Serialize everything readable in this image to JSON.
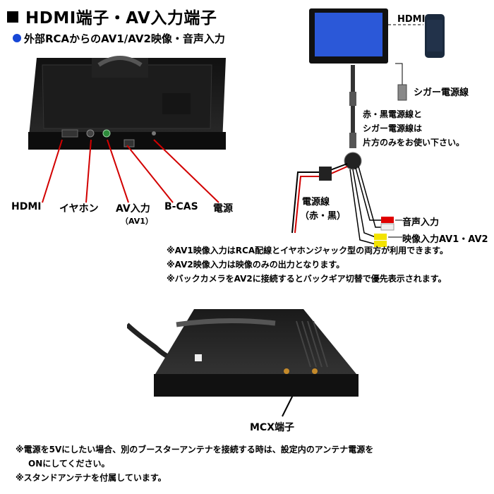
{
  "header": {
    "title": "HDMI端子・AV入力端子",
    "subtitle": "外部RCAからのAV1/AV2映像・音声入力"
  },
  "ports": {
    "hdmi": "HDMI",
    "earphone": "イヤホン",
    "av_in": "AV入力",
    "av_in_sub": "（AV1）",
    "bcas": "B-CAS",
    "power": "電源"
  },
  "wiring": {
    "hdmi": "HDMI",
    "cigar_cable": "シガー電源線",
    "note_line1": "赤・黒電源線と",
    "note_line2": "シガー電源線は",
    "note_line3": "片方のみをお使い下さい。",
    "power_cable": "電源線",
    "power_cable_sub": "（赤・黒）",
    "audio_in": "音声入力",
    "video_in": "映像入力AV1・AV2"
  },
  "notes_top": [
    "※AV1映像入力はRCA配線とイヤホンジャック型の両方が利用できます。",
    "※AV2映像入力は映像のみの出力となります。",
    "※バックカメラをAV2に接続するとバックギア切替で優先表示されます。"
  ],
  "mcx_label": "MCX端子",
  "notes_bottom": [
    "※電源を5Vにしたい場合、別のブースターアンテナを接続する時は、設定内のアンテナ電源を",
    "ONにしてください。",
    "※スタンドアンテナを付属しています。"
  ],
  "colors": {
    "bullet": "#1747d6",
    "pointer_line": "#d20000",
    "screen": "#2b58d8",
    "rca_red": "#e00000",
    "rca_yellow": "#f3e300"
  }
}
